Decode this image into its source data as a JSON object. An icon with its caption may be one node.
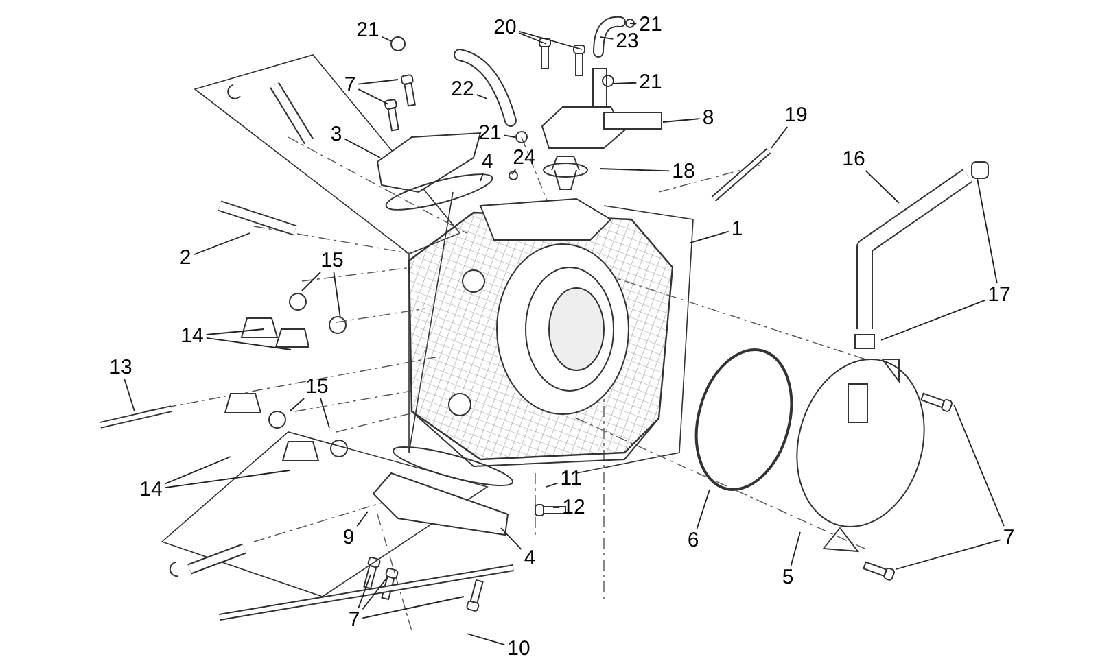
{
  "diagram": {
    "nodes": [
      {
        "text": [
          "21"
        ]
      },
      {
        "text": [
          "20"
        ]
      },
      {
        "text": [
          "23"
        ]
      },
      {
        "text": [
          "21"
        ]
      },
      {
        "text": [
          "21"
        ]
      },
      {
        "text": [
          "7"
        ]
      },
      {
        "text": [
          "22"
        ]
      },
      {
        "text": [
          "8"
        ]
      },
      {
        "text": [
          "21"
        ]
      },
      {
        "text": [
          "24"
        ]
      },
      {
        "text": [
          "3"
        ]
      },
      {
        "text": [
          "4"
        ]
      },
      {
        "text": [
          "19"
        ]
      },
      {
        "text": [
          "18"
        ]
      },
      {
        "text": [
          "16"
        ]
      },
      {
        "text": [
          "1"
        ]
      },
      {
        "text": [
          "2"
        ]
      },
      {
        "text": [
          "15"
        ]
      },
      {
        "text": [
          "17"
        ]
      },
      {
        "text": [
          "14"
        ]
      },
      {
        "text": [
          "13"
        ]
      },
      {
        "text": [
          "15"
        ]
      },
      {
        "text": [
          "14"
        ]
      },
      {
        "text": [
          "11"
        ]
      },
      {
        "text": [
          "12"
        ]
      },
      {
        "text": [
          "6"
        ]
      },
      {
        "text": [
          "9"
        ]
      },
      {
        "text": [
          "7"
        ]
      },
      {
        "text": [
          "4"
        ]
      },
      {
        "text": [
          "5"
        ]
      },
      {
        "text": [
          "7"
        ]
      },
      {
        "text": [
          "10"
        ]
      }
    ],
    "edges": [
      {
        "from": 0,
        "to": null,
        "arrow": "none"
      },
      {
        "from": 1,
        "to": null,
        "arrow": "none"
      },
      {
        "from": 1,
        "to": null,
        "arrow": "none"
      },
      {
        "from": 2,
        "to": null,
        "arrow": "none"
      },
      {
        "from": 3,
        "to": null,
        "arrow": "none"
      },
      {
        "from": 4,
        "to": null,
        "arrow": "none"
      },
      {
        "from": 5,
        "to": null,
        "arrow": "none"
      },
      {
        "from": 5,
        "to": null,
        "arrow": "none"
      },
      {
        "from": 6,
        "to": null,
        "arrow": "none"
      },
      {
        "from": 7,
        "to": null,
        "arrow": "none"
      },
      {
        "from": 8,
        "to": null,
        "arrow": "none"
      },
      {
        "from": 9,
        "to": null,
        "arrow": "none"
      },
      {
        "from": 10,
        "to": null,
        "arrow": "none"
      },
      {
        "from": 11,
        "to": null,
        "arrow": "none"
      },
      {
        "from": 12,
        "to": null,
        "arrow": "none"
      },
      {
        "from": 13,
        "to": null,
        "arrow": "none"
      },
      {
        "from": 14,
        "to": null,
        "arrow": "none"
      },
      {
        "from": 15,
        "to": null,
        "arrow": "none"
      },
      {
        "from": 16,
        "to": null,
        "arrow": "none"
      },
      {
        "from": 17,
        "to": null,
        "arrow": "none"
      },
      {
        "from": 17,
        "to": null,
        "arrow": "none"
      },
      {
        "from": 18,
        "to": null,
        "arrow": "none"
      },
      {
        "from": 18,
        "to": null,
        "arrow": "none"
      },
      {
        "from": 19,
        "to": null,
        "arrow": "none"
      },
      {
        "from": 19,
        "to": null,
        "arrow": "none"
      },
      {
        "from": 20,
        "to": null,
        "arrow": "none"
      },
      {
        "from": 21,
        "to": null,
        "arrow": "none"
      },
      {
        "from": 21,
        "to": null,
        "arrow": "none"
      },
      {
        "from": 22,
        "to": null,
        "arrow": "none"
      },
      {
        "from": 22,
        "to": null,
        "arrow": "none"
      },
      {
        "from": 23,
        "to": null,
        "arrow": "none"
      },
      {
        "from": 24,
        "to": null,
        "arrow": "none"
      },
      {
        "from": 25,
        "to": null,
        "arrow": "none"
      },
      {
        "from": 26,
        "to": null,
        "arrow": "none"
      },
      {
        "from": 27,
        "to": null,
        "arrow": "none"
      },
      {
        "from": 27,
        "to": null,
        "arrow": "none"
      },
      {
        "from": 28,
        "to": null,
        "arrow": "none"
      },
      {
        "from": 29,
        "to": null,
        "arrow": "none"
      },
      {
        "from": 30,
        "to": null,
        "arrow": "none"
      },
      {
        "from": 30,
        "to": null,
        "arrow": "none"
      },
      {
        "from": 30,
        "to": null,
        "arrow": "none"
      },
      {
        "from": 31,
        "to": null,
        "arrow": "none"
      }
    ]
  }
}
